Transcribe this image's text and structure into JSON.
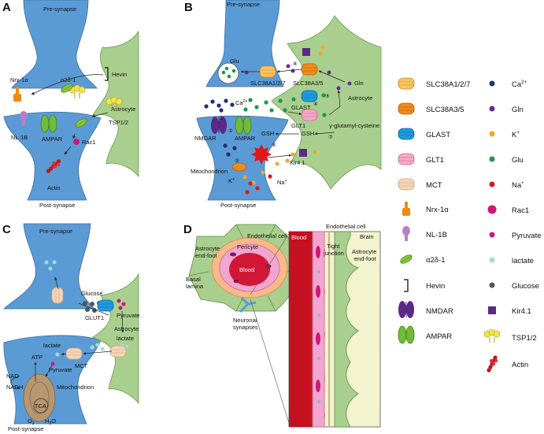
{
  "panels": {
    "A": {
      "letter": "A",
      "pre": "Pre-synapse",
      "post": "Post-synapse",
      "astro": "Astrocyte",
      "hevin": "Hevin",
      "tsp": "TSP1/2",
      "a2d": "α2δ-1",
      "nrx": "Nrx-1α",
      "nl": "NL-1B",
      "ampar": "AMPAR",
      "rac1": "Rac1",
      "actin": "Actin"
    },
    "B": {
      "letter": "B",
      "pre": "Pre-synapse",
      "post": "Post-synapse",
      "astro": "Astrocyte",
      "glu": "Glu",
      "slc127": "SLC38A1/2/7",
      "slc35": "SLC38A3/5",
      "gln": "Gln",
      "ca": "Ca",
      "ca_sup": "2+",
      "glast": "GLAST",
      "glt1": "GLT1",
      "gglu": "γ-glutamyl-cysteine",
      "gsh1": "GSH",
      "gsh2": "GSH",
      "nmdar": "NMDAR",
      "ampar": "AMPAR",
      "kir": "Kir4.1",
      "mito": "Mitochondrion",
      "k": "K",
      "k_sup": "+",
      "na": "Na",
      "na_sup": "+",
      "steps": [
        "①",
        "②",
        "③",
        "④",
        "⑤",
        "⑥",
        "⑦",
        "⑧"
      ]
    },
    "C": {
      "letter": "C",
      "pre": "Pre-synapse",
      "post": "Post-synapse",
      "astro": "Astrocyte",
      "glucose": "Glucose",
      "glut1": "GLUT1",
      "pyruvate1": "Pyruvate",
      "lactate1": "lactate",
      "mct": "MCT",
      "lactate2": "lactate",
      "atp": "ATP",
      "pyruvate2": "Pyruvate",
      "nad": "NAD",
      "nadh": "NADH",
      "tca": "TCA",
      "mito": "Mitochondrion",
      "o2": "O",
      "o2_sub": "2",
      "h2o": "H",
      "h2o_sub": "2",
      "h2o_tail": "O"
    },
    "D": {
      "letter": "D",
      "endo1": "Endothelial cell",
      "endo2": "Endothelial cell",
      "pericyte": "Pericyte",
      "astro_foot1_a": "Astrocyte",
      "astro_foot1_b": "end-foot",
      "basal_a": "Basal",
      "basal_b": "lamina",
      "blood1": "Blood",
      "neuronal_a": "Neuronal",
      "neuronal_b": "synapses",
      "blood2": "Blood",
      "tight_a": "Tight",
      "tight_b": "junction",
      "brain": "Brain",
      "astro_foot2_a": "Astrocyte",
      "astro_foot2_b": "end-foot"
    }
  },
  "legend": {
    "col1": [
      {
        "name": "SLC38A1/2/7",
        "icon": "transporter-light-orange"
      },
      {
        "name": "SLC38A3/5",
        "icon": "transporter-orange"
      },
      {
        "name": "GLAST",
        "icon": "transporter-blue"
      },
      {
        "name": "GLT1",
        "icon": "transporter-pink"
      },
      {
        "name": "MCT",
        "icon": "transporter-peach"
      },
      {
        "name": "Nrx-1α",
        "icon": "nrx-icon"
      },
      {
        "name": "NL-1B",
        "icon": "nl-icon"
      },
      {
        "name": "α2δ-1",
        "icon": "leaf-icon"
      },
      {
        "name": "Hevin",
        "icon": "hook-icon"
      },
      {
        "name": "NMDAR",
        "icon": "nmdar-icon"
      },
      {
        "name": "AMPAR",
        "icon": "ampar-icon"
      }
    ],
    "col2": [
      {
        "name": "Ca",
        "sup": "2+",
        "icon": "dot-navy"
      },
      {
        "name": "Gln",
        "icon": "dot-purple"
      },
      {
        "name": "K",
        "sup": "+",
        "icon": "dot-orange"
      },
      {
        "name": "Glu",
        "icon": "dot-green"
      },
      {
        "name": "Na",
        "sup": "+",
        "icon": "dot-red"
      },
      {
        "name": "Rac1",
        "icon": "dot-magenta-large"
      },
      {
        "name": "Pyruvate",
        "icon": "dot-magenta"
      },
      {
        "name": "lactate",
        "icon": "dot-cyan"
      },
      {
        "name": "Glucose",
        "icon": "dot-gray"
      },
      {
        "name": "Kir4.1",
        "icon": "square-purple"
      },
      {
        "name": "TSP1/2",
        "icon": "tsp-icon"
      },
      {
        "name": "Actin",
        "icon": "actin-icon"
      }
    ]
  },
  "colors": {
    "neuron": "#5b9bd5",
    "astro": "#a9cf8e",
    "navy": "#1f2d7a",
    "purple": "#6a2a93",
    "orange": "#f5a623",
    "green": "#1a9a4a",
    "red": "#d7191c",
    "magenta": "#d0167a",
    "cyan": "#9fdcdc",
    "gray": "#555555"
  }
}
